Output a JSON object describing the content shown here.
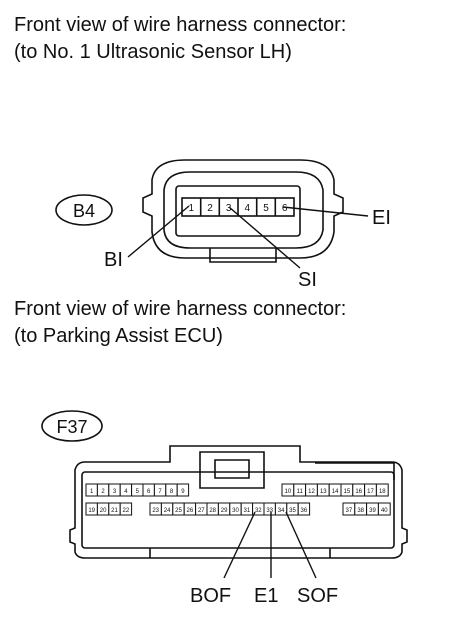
{
  "connector_b4": {
    "caption_line1": "Front view of wire harness connector:",
    "caption_line2": "(to No. 1 Ultrasonic Sensor LH)",
    "code": "B4",
    "pins": [
      "1",
      "2",
      "3",
      "4",
      "5",
      "6"
    ],
    "labels": {
      "bi": "BI",
      "si": "SI",
      "ei": "EI"
    }
  },
  "connector_f37": {
    "caption_line1": "Front view of wire harness connector:",
    "caption_line2": "(to Parking Assist ECU)",
    "code": "F37",
    "top_pins_left": [
      "1",
      "2",
      "3",
      "4",
      "5",
      "6",
      "7",
      "8",
      "9"
    ],
    "top_pins_right": [
      "10",
      "11",
      "12",
      "13",
      "14",
      "15",
      "16",
      "17",
      "18"
    ],
    "bottom_pins_left": [
      "19",
      "20",
      "21",
      "22"
    ],
    "bottom_pins_mid": [
      "23",
      "24",
      "25",
      "26",
      "27",
      "28",
      "29",
      "30",
      "31",
      "32",
      "33",
      "34",
      "35",
      "36"
    ],
    "bottom_pins_right": [
      "37",
      "38",
      "39",
      "40"
    ],
    "labels": {
      "bof": "BOF",
      "e1": "E1",
      "sof": "SOF"
    }
  }
}
